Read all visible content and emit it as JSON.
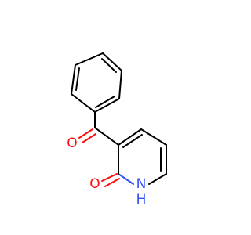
{
  "molecule": {
    "atoms": {
      "carbonyl_oxygen": {
        "label": "O",
        "color": "#ff0d0d"
      },
      "ring_oxygen": {
        "label": "O",
        "color": "#ff0d0d"
      },
      "ring_nitrogen": {
        "label": "N",
        "color": "#3050f8"
      },
      "ring_nitrogen_hydrogen": {
        "label": "H",
        "color": "#3050f8"
      }
    },
    "bond_color": "#000000"
  }
}
